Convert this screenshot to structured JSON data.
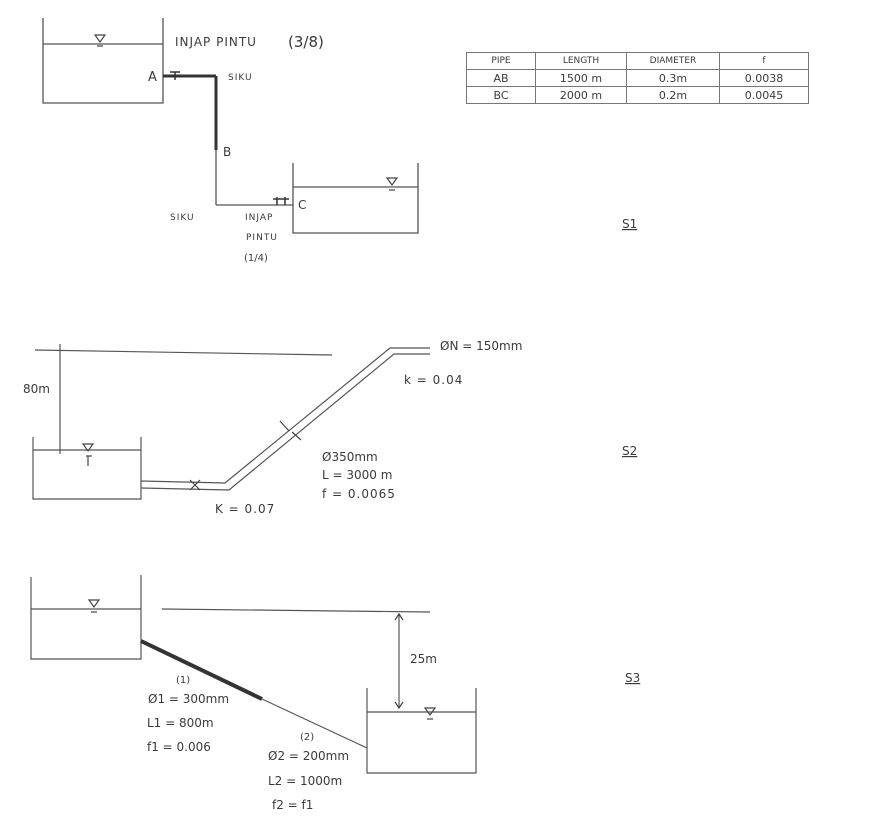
{
  "s1": {
    "valve_top_label": "INJAP PINTU",
    "valve_top_ratio": "(3/8)",
    "node_a": "A",
    "node_b": "B",
    "node_c": "C",
    "bend_top": "SIKU",
    "bend_bottom": "SIKU",
    "valve_bottom_line1": "INJAP",
    "valve_bottom_line2": "PINTU",
    "valve_bottom_ratio": "(1/4)",
    "tag": "S1",
    "table": {
      "headers": [
        "PIPE",
        "LENGTH",
        "DIAMETER",
        "f"
      ],
      "rows": [
        [
          "AB",
          "1500 m",
          "0.3m",
          "0.0038"
        ],
        [
          "BC",
          "2000 m",
          "0.2m",
          "0.0045"
        ]
      ]
    }
  },
  "s2": {
    "head": "80m",
    "nozzle": "ØN = 150mm",
    "k_nozzle": "k = 0.04",
    "diameter": "Ø350mm",
    "length": "L = 3000 m",
    "friction": "f = 0.0065",
    "k_valve": "K = 0.07",
    "tag": "S2"
  },
  "s3": {
    "head": "25m",
    "pipe1_tag": "(1)",
    "d1": "Ø1 = 300mm",
    "l1": "L1 = 800m",
    "f1": "f1 = 0.006",
    "pipe2_tag": "(2)",
    "d2": "Ø2 = 200mm",
    "l2": "L2 = 1000m",
    "f2": "f2 = f1",
    "tag": "S3"
  }
}
